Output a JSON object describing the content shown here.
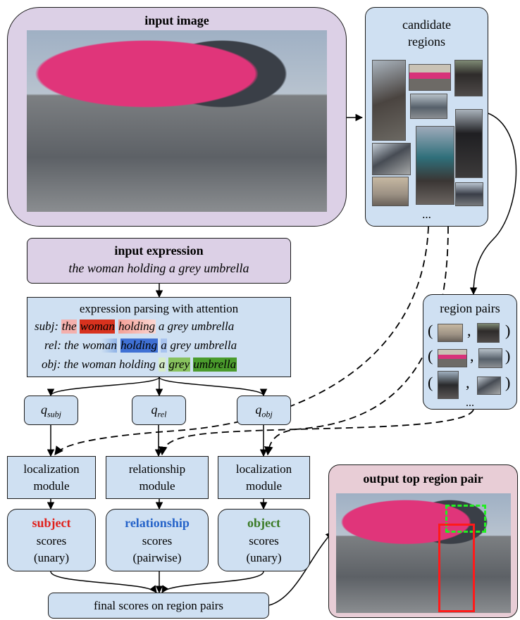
{
  "input_image": {
    "title": "input image"
  },
  "candidate_regions": {
    "title_line1": "candidate",
    "title_line2": "regions",
    "ellipsis": "..."
  },
  "input_expression": {
    "title": "input expression",
    "text": "the woman holding a grey umbrella"
  },
  "parsing": {
    "title": "expression parsing with attention",
    "rows": [
      {
        "label": "subj:",
        "words": [
          "the",
          "woman",
          "holding",
          "a",
          "grey",
          "umbrella"
        ]
      },
      {
        "label": "rel:",
        "words": [
          "the",
          "woman",
          "holding",
          "a",
          "grey",
          "umbrella"
        ]
      },
      {
        "label": "obj:",
        "words": [
          "the",
          "woman",
          "holding",
          "a",
          "grey",
          "umbrella"
        ]
      }
    ]
  },
  "region_pairs": {
    "title": "region pairs",
    "ellipsis": "..."
  },
  "queries": {
    "q_base": "q",
    "subj_sub": "subj",
    "rel_sub": "rel",
    "obj_sub": "obj"
  },
  "modules": {
    "loc_left": [
      "localization",
      "module"
    ],
    "rel_mid": [
      "relationship",
      "module"
    ],
    "loc_right": [
      "localization",
      "module"
    ]
  },
  "scores": {
    "subject": {
      "name": "subject",
      "line2": "scores",
      "line3": "(unary)",
      "color": "#e0201b"
    },
    "relationship": {
      "name": "relationship",
      "line2": "scores",
      "line3": "(pairwise)",
      "color": "#2563c9"
    },
    "object": {
      "name": "object",
      "line2": "scores",
      "line3": "(unary)",
      "color": "#3a7a25"
    }
  },
  "final": {
    "text": "final scores on region pairs"
  },
  "output": {
    "title": "output top region pair"
  },
  "colors": {
    "subject_box": "#ff1a1a",
    "object_box": "#22ee22"
  }
}
